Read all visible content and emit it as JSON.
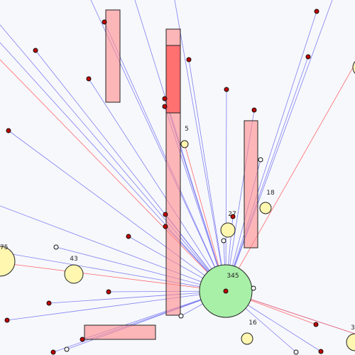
{
  "scene": {
    "hub": {
      "label": "345"
    },
    "bubbles": [
      {
        "label": "5"
      },
      {
        "label": "18"
      },
      {
        "label": "27"
      },
      {
        "label": "43"
      },
      {
        "label": "75"
      },
      {
        "label": "16"
      },
      {
        "label": "3"
      }
    ]
  },
  "colors": {
    "background": "#f7f8fc",
    "link_blue": "#6b6bf0",
    "link_red": "#ff5a5a",
    "bar_fill": "#ff8a8a",
    "bar_fill_strong": "#ff6464",
    "node_red": "#c00000",
    "bubble_fill": "#fff7b0",
    "hub_fill": "#a8f0a8"
  }
}
